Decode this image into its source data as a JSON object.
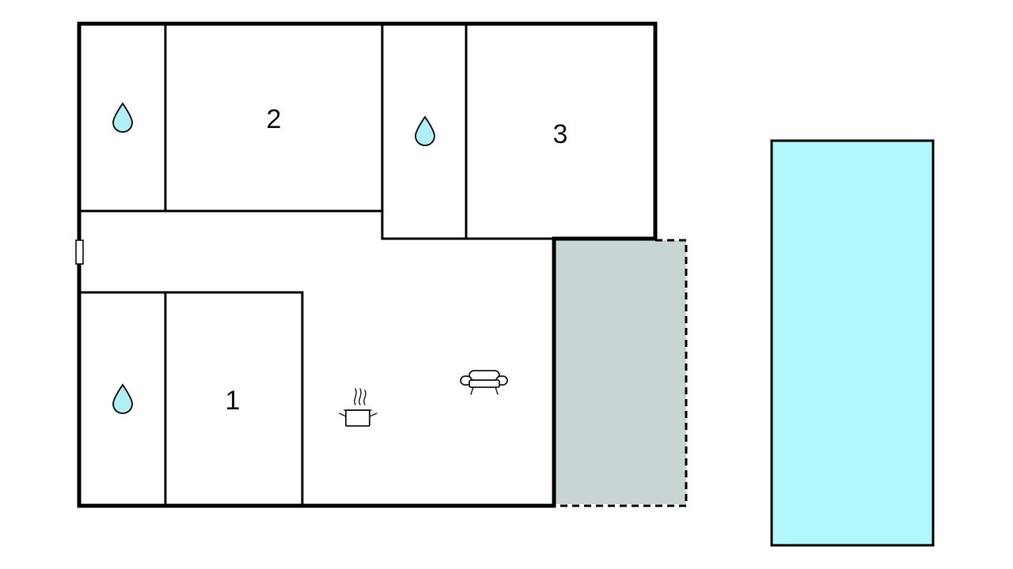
{
  "rooms": {
    "bedroom_1": {
      "label": "1"
    },
    "bedroom_2": {
      "label": "2"
    },
    "bedroom_3": {
      "label": "3"
    }
  },
  "icons": {
    "bathroom": "water-drop-icon",
    "kitchen": "cooking-pot-icon",
    "living": "armchair-icon"
  },
  "colors": {
    "wall": "#000000",
    "water_drop": "#b2eef5",
    "terrace": "#c9d5d4",
    "pool": "#b0f8fd",
    "background": "#ffffff"
  }
}
